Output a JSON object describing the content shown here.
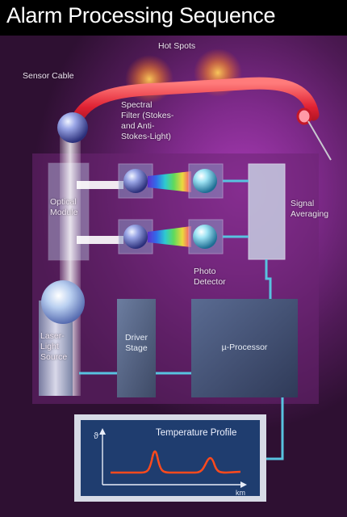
{
  "title": "Alarm Processing Sequence",
  "labels": {
    "hot_spots": "Hot Spots",
    "sensor_cable": "Sensor Cable",
    "spectral_filter": "Spectral\nFilter (Stokes-\nand Anti-\nStokes-Light)",
    "optical_module": "Optical\nModule",
    "signal_averaging": "Signal\nAveraging",
    "photo_detector": "Photo\nDetector",
    "laser_light_source": "Laser-\nLight\nSource",
    "driver_stage": "Driver\nStage",
    "processor": "µ-Processor"
  },
  "temperature_profile": {
    "title": "Temperature Profile",
    "y_axis_label": "ϑ",
    "x_axis_label": "km"
  },
  "colors": {
    "background": "#7e2a8a",
    "cable": "#e3283a",
    "box": "#5b6a86",
    "light_beam": "#f4f6ff",
    "connection": "#58c3e0",
    "profile_line": "#ff4a1c",
    "profile_panel": "#1e3b6e"
  }
}
